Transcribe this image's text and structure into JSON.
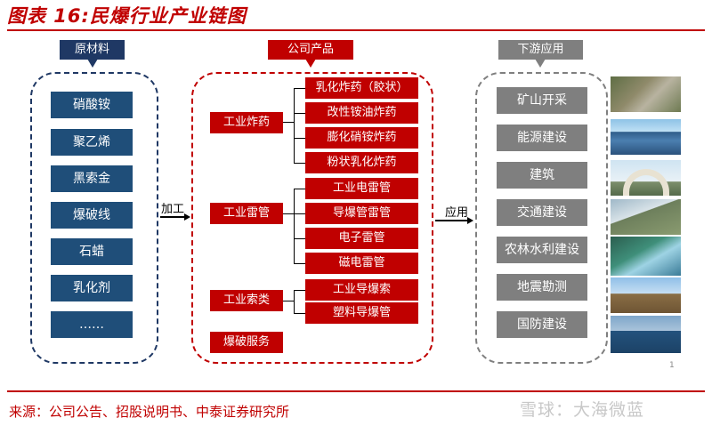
{
  "header": {
    "title": "图表 16:民爆行业产业链图"
  },
  "raw_materials": {
    "label": "原材料",
    "items": [
      "硝酸铵",
      "聚乙烯",
      "黑索金",
      "爆破线",
      "石蜡",
      "乳化剂",
      "……"
    ]
  },
  "products": {
    "label": "公司产品",
    "groups": [
      {
        "name": "工业炸药",
        "items": [
          "乳化炸药（胶状）",
          "改性铵油炸药",
          "膨化硝铵炸药",
          "粉状乳化炸药"
        ]
      },
      {
        "name": "工业雷管",
        "items": [
          "工业电雷管",
          "导爆管雷管",
          "电子雷管",
          "磁电雷管"
        ]
      },
      {
        "name": "工业索类",
        "items": [
          "工业导爆索",
          "塑料导爆管"
        ]
      },
      {
        "name": "爆破服务",
        "items": []
      }
    ]
  },
  "downstream": {
    "label": "下游应用",
    "items": [
      "矿山开采",
      "能源建设",
      "建筑",
      "交通建设",
      "农林水利建设",
      "地震勘测",
      "国防建设"
    ]
  },
  "connectors": {
    "process": "加工",
    "apply": "应用"
  },
  "footnote": "1",
  "footer": {
    "source": "来源：公司公告、招股说明书、中泰证券研究所",
    "watermark": "雪球：大海微蓝"
  },
  "colors": {
    "brand_red": "#c00000",
    "navy": "#1f4e79",
    "gray": "#7f7f7f"
  }
}
